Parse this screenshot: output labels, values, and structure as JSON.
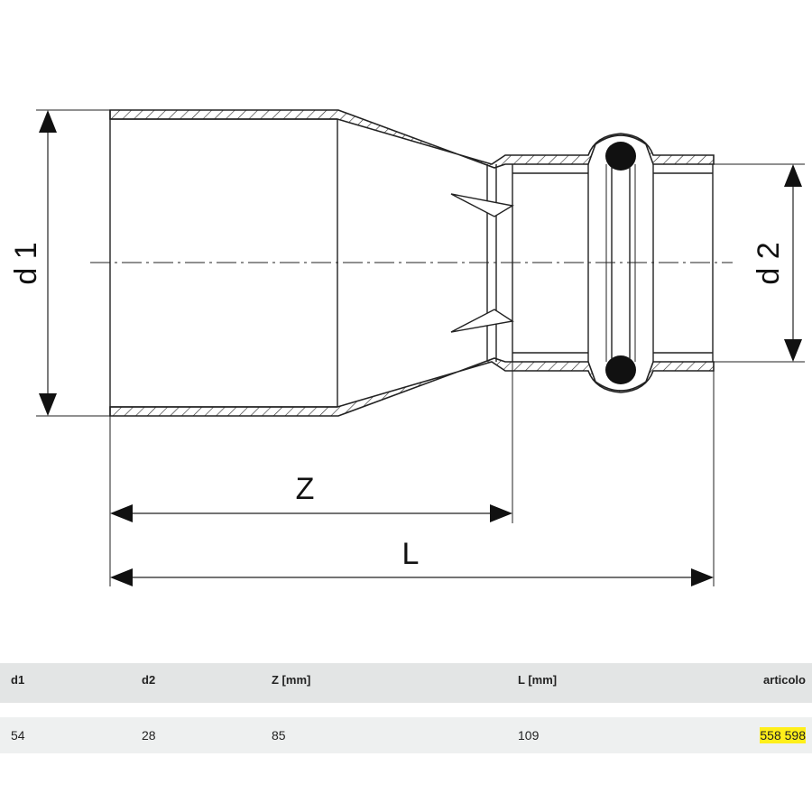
{
  "drawing": {
    "labels": {
      "d1": "d 1",
      "d2": "d 2",
      "z": "Z",
      "l": "L"
    }
  },
  "table": {
    "headers": [
      "d1",
      "d2",
      "Z [mm]",
      "L [mm]",
      "articolo"
    ],
    "rows": [
      {
        "d1": "54",
        "d2": "28",
        "z": "85",
        "l": "109",
        "articolo": "558 598"
      }
    ],
    "highlight_color": "#ffef1a"
  }
}
